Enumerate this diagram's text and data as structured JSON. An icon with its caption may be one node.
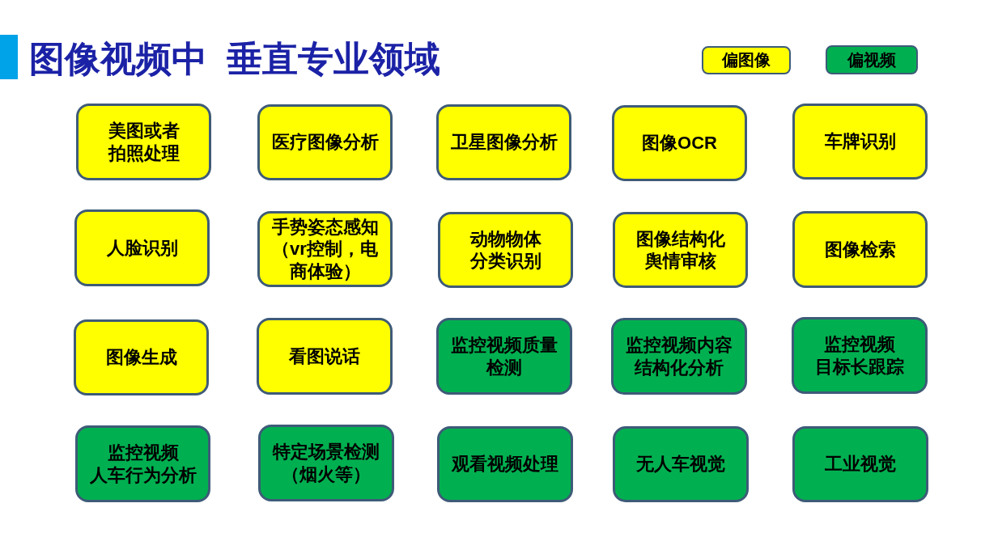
{
  "diagram": {
    "title": "图像视频中  垂直专业领域",
    "nodes": [
      {
        "text": [
          "美图或者拍照处理"
        ]
      },
      {
        "text": [
          "医疗图像分析"
        ]
      },
      {
        "text": [
          "卫星图像分析"
        ]
      },
      {
        "text": [
          "图像OCR"
        ]
      },
      {
        "text": [
          "车牌识别"
        ]
      },
      {
        "text": [
          "人脸识别"
        ]
      },
      {
        "text": [
          "手势姿态感知（vr控制，电商体验）"
        ]
      },
      {
        "text": [
          "动物物体分类识别"
        ]
      },
      {
        "text": [
          "图像结构化舆情审核"
        ]
      },
      {
        "text": [
          "图像检索"
        ]
      },
      {
        "text": [
          "图像生成"
        ]
      },
      {
        "text": [
          "看图说话"
        ]
      },
      {
        "text": [
          "监控视频质量检测"
        ]
      },
      {
        "text": [
          "监控视频内容结构化分析"
        ]
      },
      {
        "text": [
          "监控视频目标长跟踪"
        ]
      },
      {
        "text": [
          "监控视频人车行为分析"
        ]
      },
      {
        "text": [
          "特定场景检测（烟火等）"
        ]
      },
      {
        "text": [
          "观看视频处理"
        ]
      },
      {
        "text": [
          "无人车视觉"
        ]
      },
      {
        "text": [
          "工业视觉"
        ]
      }
    ],
    "legend": [
      {
        "text": "偏图像",
        "color": "#ffff00"
      },
      {
        "text": "偏视频",
        "color": "#00b050"
      }
    ]
  }
}
